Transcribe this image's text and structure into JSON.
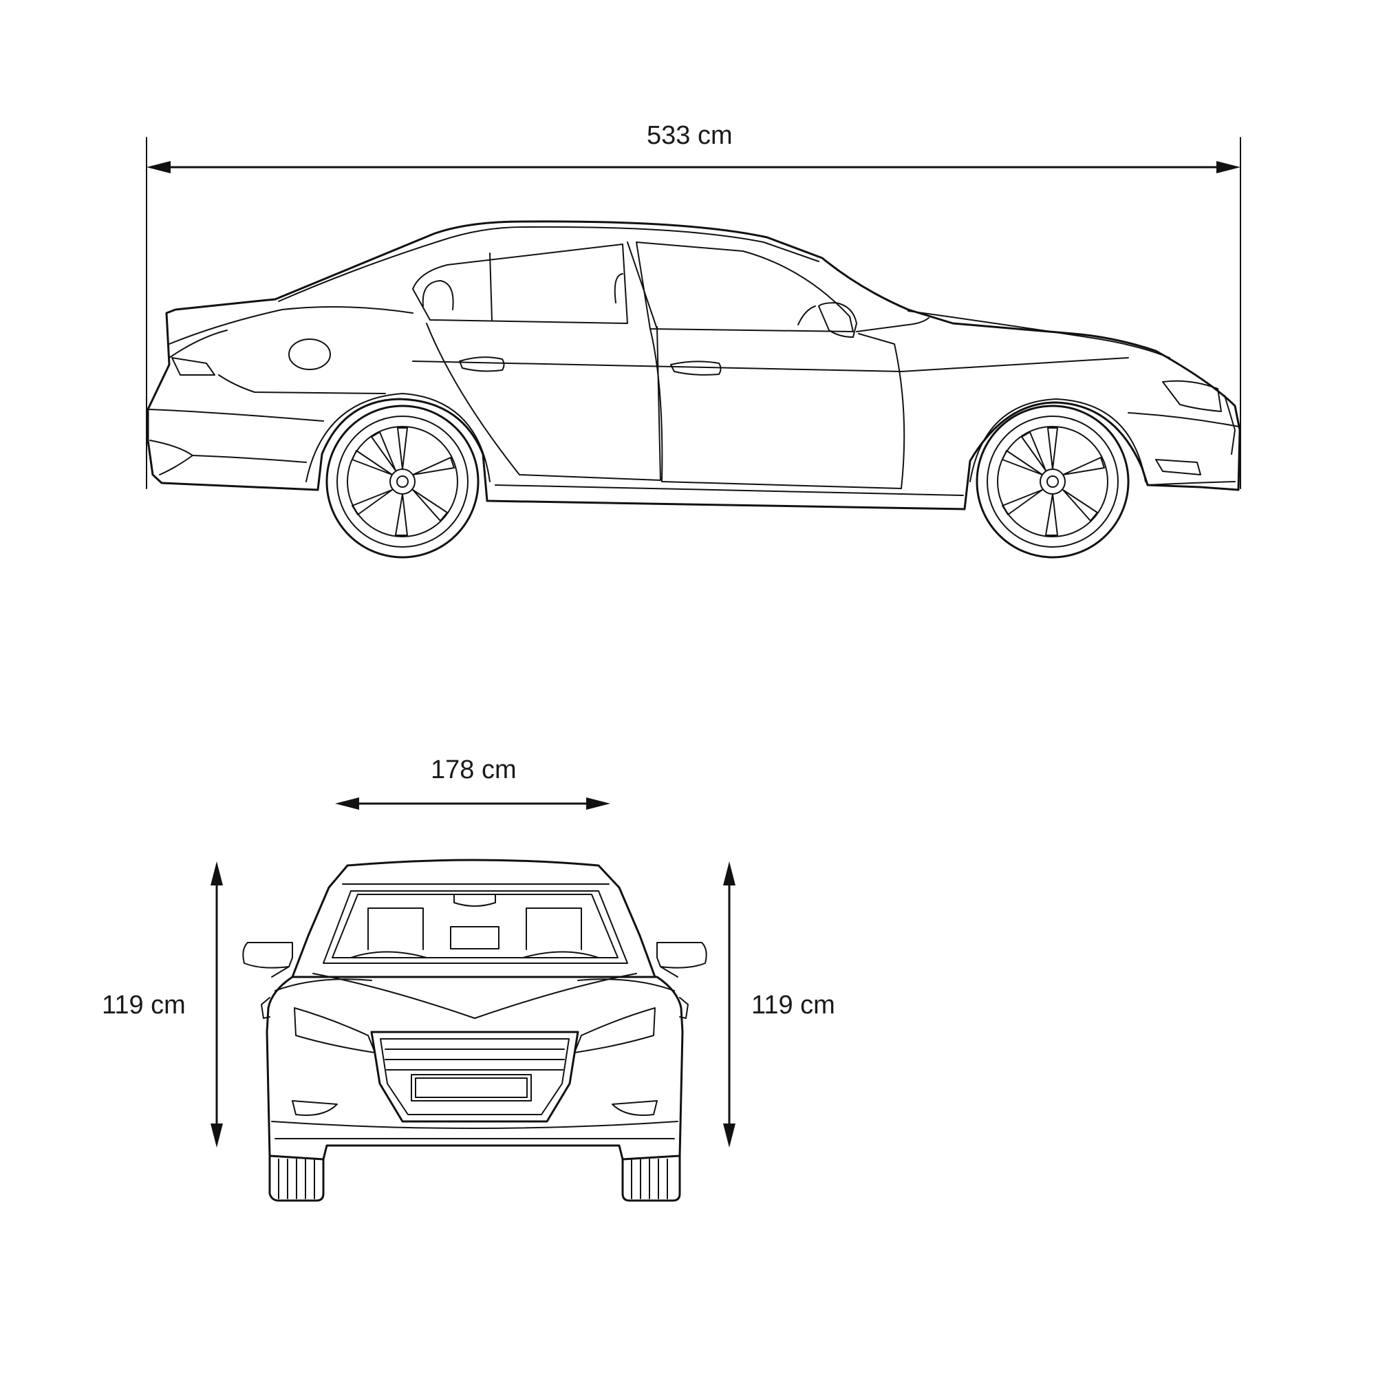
{
  "dimensions": {
    "length": "533 cm",
    "width": "178 cm",
    "height_left": "119 cm",
    "height_right": "119 cm"
  },
  "views": {
    "side": "side-view-car",
    "front": "front-view-car"
  },
  "colors": {
    "line": "#111111",
    "background": "#ffffff"
  }
}
